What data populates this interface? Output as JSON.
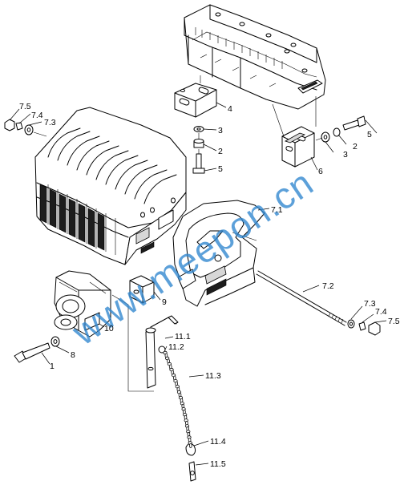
{
  "diagram": {
    "watermark": "www.meepon.cn",
    "callouts": {
      "c7_5_top": "7.5",
      "c7_4_top": "7.4",
      "c7_3_top": "7.3",
      "c4": "4",
      "c3_left": "3",
      "c2_left": "2",
      "c5_left": "5",
      "c5_right": "5",
      "c2_right": "2",
      "c3_right": "3",
      "c6": "6",
      "c7_1": "7.1",
      "c7_2": "7.2",
      "c9": "9",
      "c10": "10",
      "c8": "8",
      "c1": "1",
      "c11_1": "11.1",
      "c11_2": "11.2",
      "c11_3": "11.3",
      "c11_4": "11.4",
      "c11_5": "11.5",
      "c7_3_bottom": "7.3",
      "c7_4_bottom": "7.4",
      "c7_5_bottom": "7.5"
    }
  }
}
